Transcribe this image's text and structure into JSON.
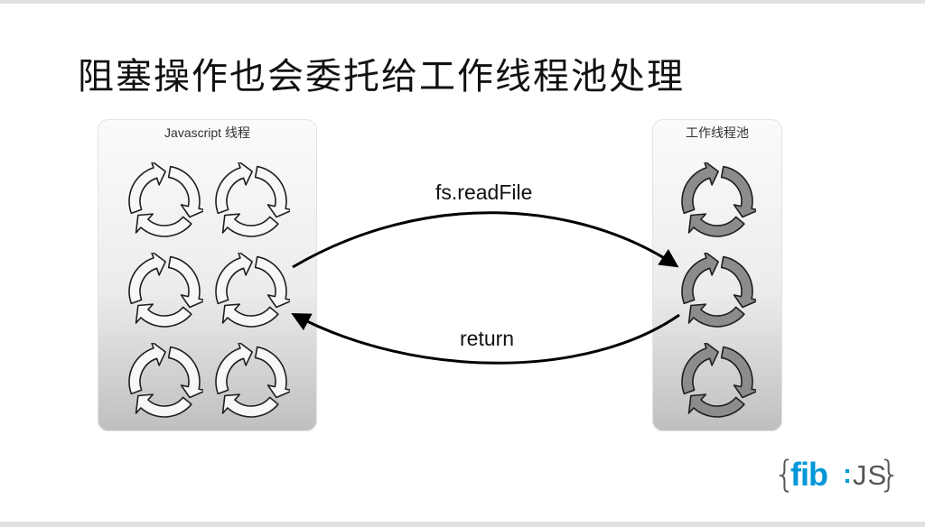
{
  "title": "阻塞操作也会委托给工作线程池处理",
  "js_thread_panel": {
    "label": "Javascript 线程",
    "fill": "#f7f7f7",
    "loop_count": 6
  },
  "worker_pool_panel": {
    "label": "工作线程池",
    "fill": "#8c8c8c",
    "loop_count": 3
  },
  "edges": [
    {
      "from": "js_thread",
      "to": "worker_pool",
      "label": "fs.readFile"
    },
    {
      "from": "worker_pool",
      "to": "js_thread",
      "label": "return"
    }
  ],
  "logo": {
    "open_brace": "{",
    "brand": "fib",
    "separator": ":",
    "suffix": "JS",
    "close_brace": "}",
    "accent": "#0097d8"
  }
}
